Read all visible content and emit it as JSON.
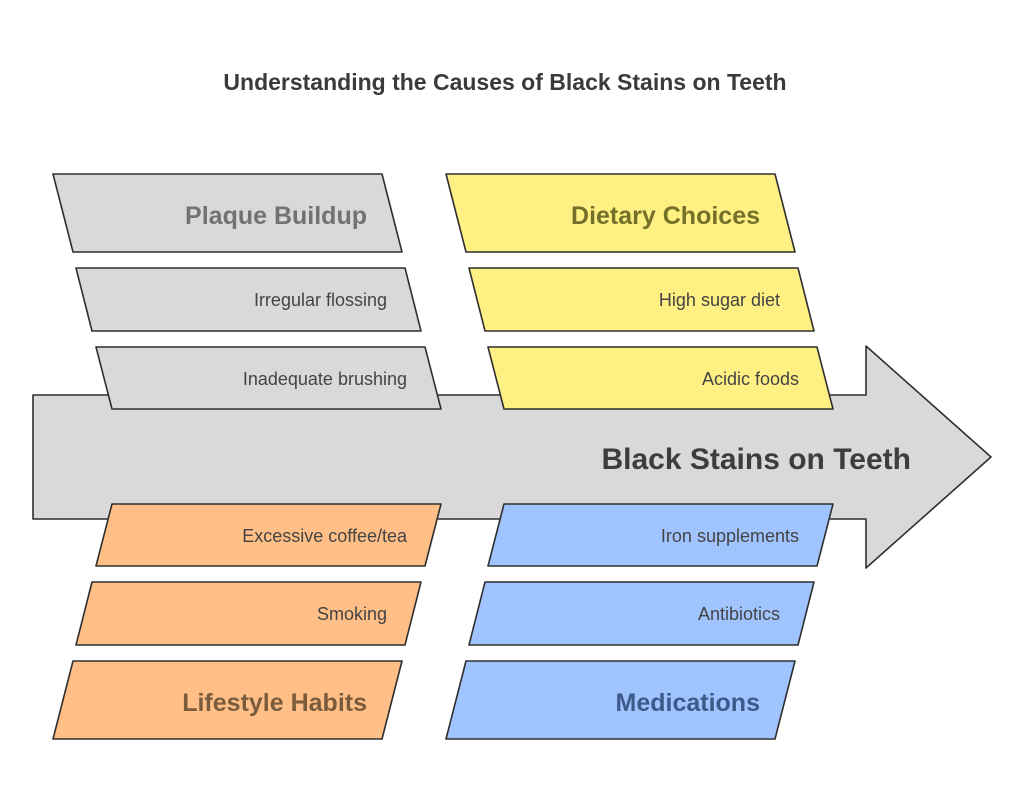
{
  "title": "Understanding the Causes of Black Stains on Teeth",
  "effect": "Black Stains on Teeth",
  "colors": {
    "spine_fill": "#d9d9d9",
    "outline": "#2f2f2f",
    "gray": "#d9d9d9",
    "yellow": "#fef083",
    "orange": "#ffbf87",
    "blue": "#a0c4ff"
  },
  "categories": {
    "plaque": {
      "label": "Plaque Buildup",
      "text_color": "#727272",
      "causes": [
        "Irregular flossing",
        "Inadequate brushing"
      ]
    },
    "dietary": {
      "label": "Dietary Choices",
      "text_color": "#74702a",
      "causes": [
        "High sugar diet",
        "Acidic foods"
      ]
    },
    "lifestyle": {
      "label": "Lifestyle Habits",
      "text_color": "#7a5c3c",
      "causes": [
        "Excessive coffee/tea",
        "Smoking"
      ]
    },
    "medications": {
      "label": "Medications",
      "text_color": "#3d5a8a",
      "causes": [
        "Iron supplements",
        "Antibiotics"
      ]
    }
  }
}
